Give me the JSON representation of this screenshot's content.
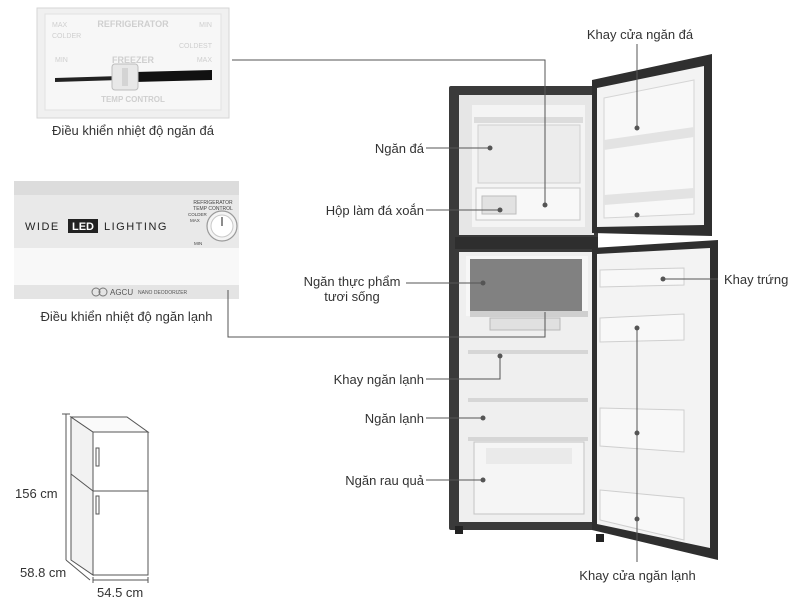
{
  "labels": {
    "freezer_control": "Điều khiển nhiệt độ ngăn đá",
    "fridge_control": "Điều khiển nhiệt độ ngăn lạnh",
    "freezer_door_shelf": "Khay cửa ngăn đá",
    "freezer_compartment": "Ngăn đá",
    "twist_ice_box": "Hộp làm đá xoắn",
    "fresh_food_line1": "Ngăn thực phẩm",
    "fresh_food_line2": "tươi sống",
    "egg_tray": "Khay trứng",
    "fridge_tray": "Khay ngăn lạnh",
    "fridge_compartment": "Ngăn lạnh",
    "vegetable_drawer": "Ngăn rau quả",
    "fridge_door_shelf": "Khay cửa ngăn lạnh"
  },
  "dimensions": {
    "height": "156 cm",
    "depth": "58.8 cm",
    "width": "54.5 cm"
  },
  "freezer_panel": {
    "title": "REFRIGERATOR",
    "max_left": "MAX",
    "min_right": "MIN",
    "colder_left": "COLDER",
    "colder_right": "COLDEST",
    "freezer": "FREEZER",
    "min_left": "MIN",
    "max_right": "MAX",
    "temp_control": "TEMP CONTROL"
  },
  "fridge_panel": {
    "wide": "WIDE",
    "led": "LED",
    "lighting": "LIGHTING",
    "refrigerator": "REFRIGERATOR",
    "temp_control": "TEMP CONTROL",
    "colder": "COLDER",
    "max": "MAX",
    "min": "MIN",
    "agcu": "AGCU",
    "nano": "NANO DEODORIZER"
  },
  "colors": {
    "label_text": "#333333",
    "leader_line": "#555555",
    "cabinet_dark": "#3a3a3a",
    "interior": "#f2f2f2"
  }
}
